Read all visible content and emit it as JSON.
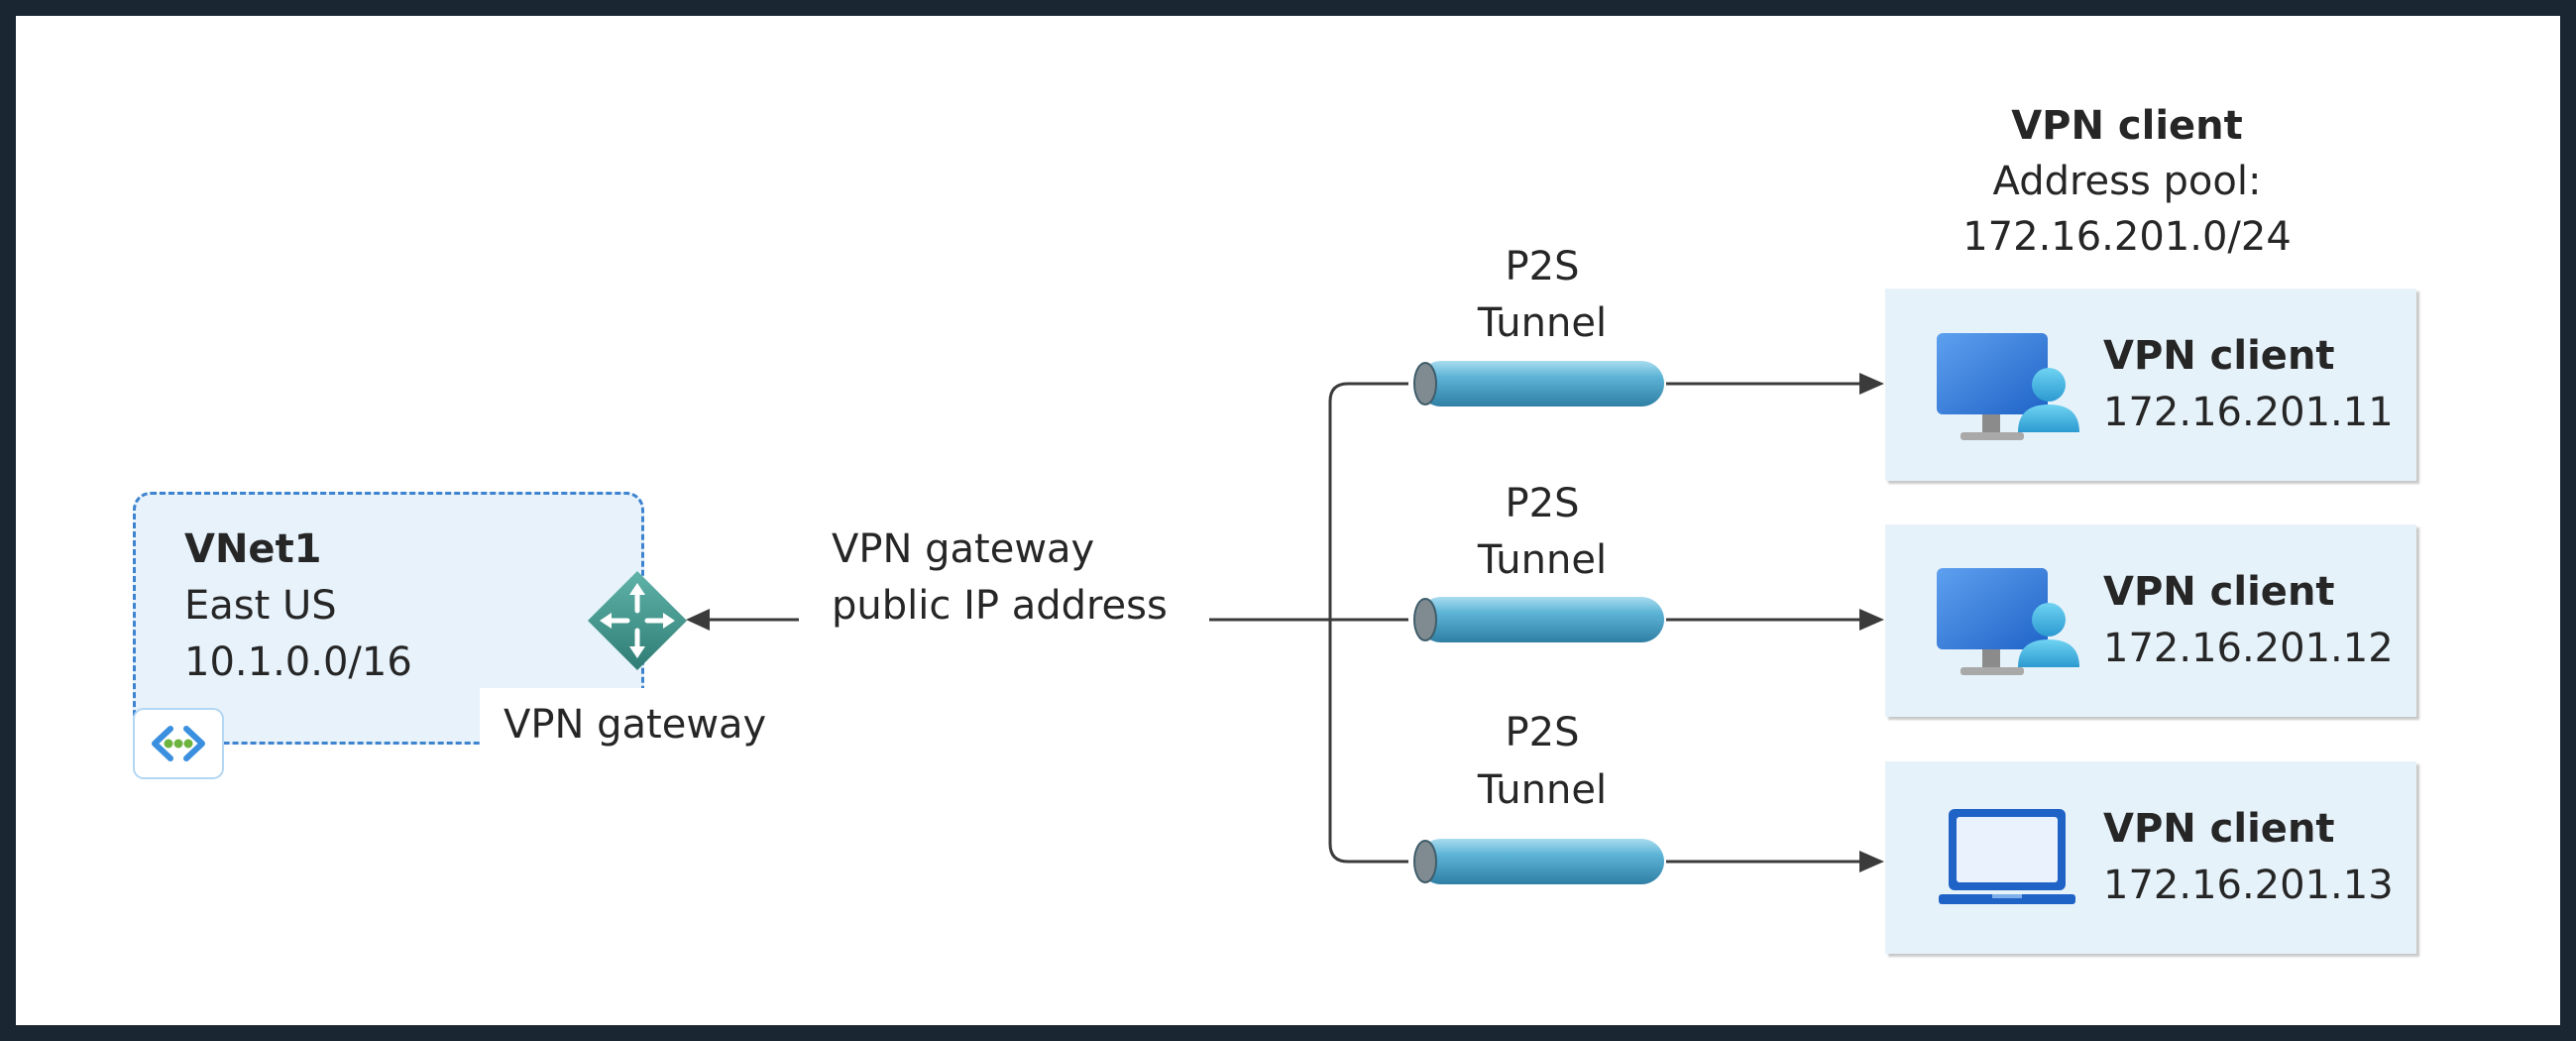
{
  "pool": {
    "title": "VPN client",
    "label": "Address pool:",
    "range": "172.16.201.0/24"
  },
  "vnet": {
    "name": "VNet1",
    "region": "East US",
    "prefix": "10.1.0.0/16"
  },
  "gateway": {
    "label": "VPN gateway",
    "ip_line1": "VPN gateway",
    "ip_line2": "public IP address"
  },
  "tunnels": [
    {
      "line1": "P2S",
      "line2": "Tunnel"
    },
    {
      "line1": "P2S",
      "line2": "Tunnel"
    },
    {
      "line1": "P2S",
      "line2": "Tunnel"
    }
  ],
  "clients": [
    {
      "title": "VPN client",
      "ip": "172.16.201.11",
      "icon": "desktop-user-icon"
    },
    {
      "title": "VPN client",
      "ip": "172.16.201.12",
      "icon": "desktop-user-icon"
    },
    {
      "title": "VPN client",
      "ip": "172.16.201.13",
      "icon": "laptop-icon"
    }
  ],
  "colors": {
    "tunnel": "#54a9cc",
    "card": "#e6f2fa",
    "vnet_border": "#3d83cf",
    "router": "#3f8e86"
  }
}
